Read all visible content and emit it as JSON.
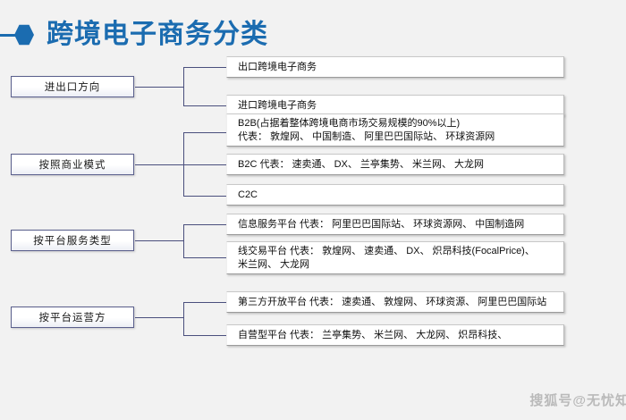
{
  "title": {
    "text": "跨境电子商务分类",
    "bullet_icon": "hexagon-icon",
    "accent_color": "#1b6cb0"
  },
  "theme": {
    "background": "#f2f2f2",
    "connector_color": "#4a4f7d",
    "box_fill": "#ffffff",
    "category_border": "#5a5f8c"
  },
  "categories": [
    {
      "label": "进出口方向",
      "items": [
        {
          "text": "出口跨境电子商务"
        },
        {
          "text": "进口跨境电子商务"
        }
      ]
    },
    {
      "label": "按照商业模式",
      "items": [
        {
          "text": "B2B(占据着整体跨境电商市场交易规模的90%以上)\n代表： 敦煌网、 中国制造、 阿里巴巴国际站、 环球资源网"
        },
        {
          "text": "B2C  代表： 速卖通、 DX、 兰亭集势、 米兰网、 大龙网"
        },
        {
          "text": "C2C"
        }
      ]
    },
    {
      "label": "按平台服务类型",
      "items": [
        {
          "text": "信息服务平台 代表： 阿里巴巴国际站、 环球资源网、 中国制造网"
        },
        {
          "text": "线交易平台   代表： 敦煌网、 速卖通、 DX、 炽昂科技(FocalPrice)、\n               米兰网、 大龙网"
        }
      ]
    },
    {
      "label": "按平台运营方",
      "items": [
        {
          "text": "第三方开放平台 代表： 速卖通、 敦煌网、 环球资源、 阿里巴巴国际站"
        },
        {
          "text": "自营型平台    代表： 兰亭集势、 米兰网、 大龙网、 炽昂科技、"
        }
      ]
    }
  ],
  "watermark": {
    "text": "搜狐号@无忧知"
  }
}
